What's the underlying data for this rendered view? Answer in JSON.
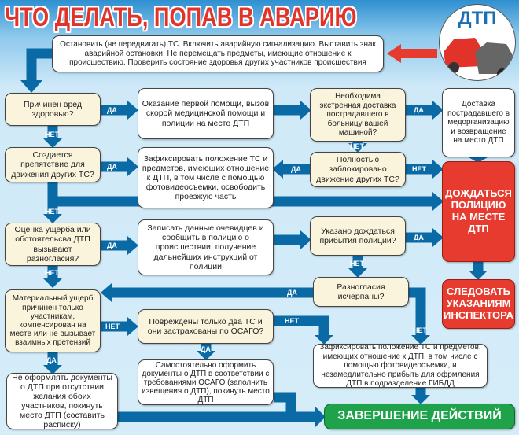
{
  "title": "ЧТО ДЕЛАТЬ, ПОПАВ В АВАРИЮ",
  "badge": "ДТП",
  "yes": "ДА",
  "no": "НЕТ",
  "colors": {
    "arrow": "#0a6aa6",
    "red": "#e63b2e",
    "green": "#1ea34a",
    "question": "#fbf4dc"
  },
  "boxes": {
    "start": "Остановить (не передвигать) ТС. Включить аварийную сигнализацию. Выставить знак аварийной остановки. Не перемещать предметы, имеющие отношение к происшествию. Проверить состояние здоровья других участников происшествия",
    "q_harm": "Причинен вред здоровью?",
    "first_aid": "Оказание первой помощи, вызов скорой медицинской помощи и полиции на место ДТП",
    "q_delivery": "Необходима экстренная доставка пострадавшего в больницу вашей машиной?",
    "delivery": "Доставка пострадавшего в медорганизацию и возвращение на место ДТП",
    "q_obstacle": "Создается препятствие для движения других ТС?",
    "fix_clear": "Зафиксировать положение ТС и предметов, имеющих отношение к ДТП, в том числе с помощью фотовидеосъемки, освободить проезжую часть",
    "q_blocked": "Полностью заблокировано движение других ТС?",
    "wait_police": "ДОЖДАТЬСЯ ПОЛИЦИЮ НА МЕСТЕ ДТП",
    "q_dispute": "Оценка ущерба или обстоятельсва ДТП вызывают разногласия?",
    "witnesses": "Записать данные очевидцев и сообщить в полицию о происшествии, получение дальнейших инструкций от полиции",
    "q_told_wait": "Указано дождаться прибытия полиции?",
    "q_resolved": "Разногласия исчерпаны?",
    "follow": "СЛЕДОВАТЬ УКАЗАНИЯМ ИНСПЕКТОРА",
    "q_material": "Материальный ущерб причинен только участникам, компенсирован на месте или не вызывает взаимных претензий",
    "q_two": "Повреждены только два ТС и они застрахованы по ОСАГО?",
    "self_docs": "Самостоятельно оформить документы о ДТП в соответствии с требованиями ОСАГО (заполнить извещения о ДТП), покинуть место ДТП",
    "fix_gibdd": "Зафиксировать положение ТС и предметов, имеющих отношение к ДТП, в том числе с помощью фотовидеосъемки, и незамедлительно прибыть для офрмления ДТП в подразделение ГИБДД",
    "no_docs": "Не оформлять документы о ДТП при отсутствии желания обоих участников, покинуть место ДТП (составить расписку)",
    "finish": "ЗАВЕРШЕНИЕ ДЕЙСТВИЙ"
  }
}
